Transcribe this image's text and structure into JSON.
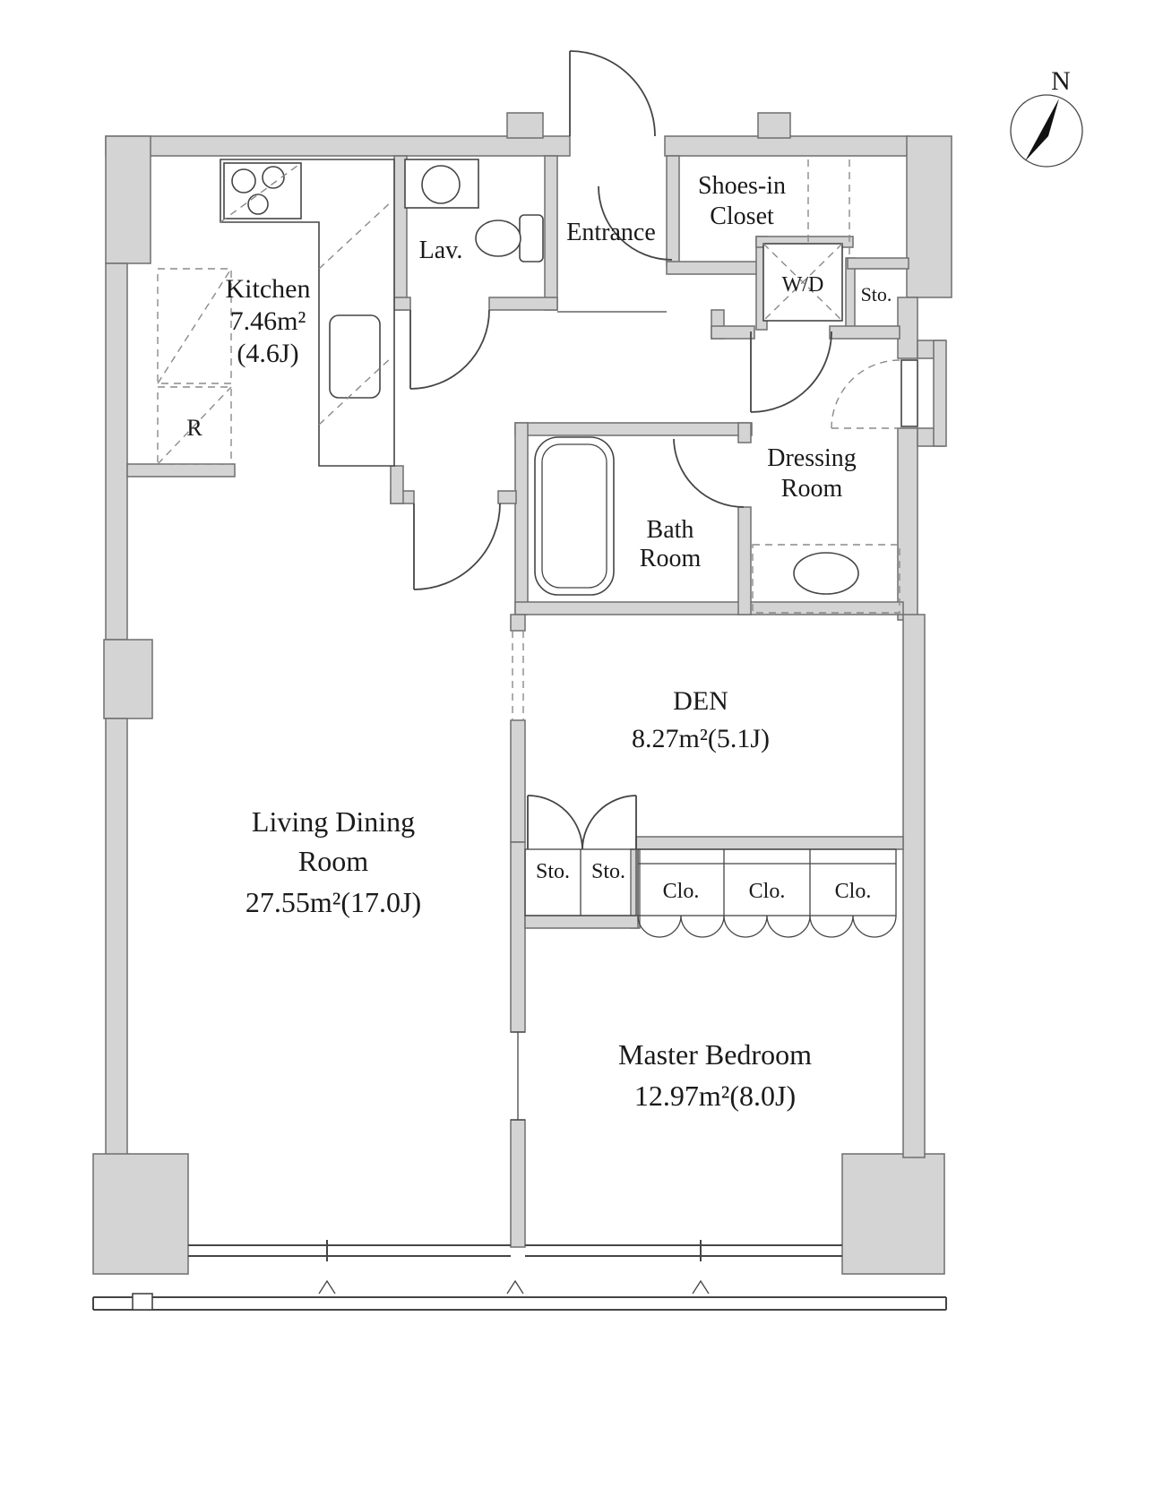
{
  "compass": {
    "label": "N"
  },
  "rooms": {
    "kitchen": {
      "name": "Kitchen",
      "area": "7.46m²",
      "tatami": "(4.6J)"
    },
    "lavatory": {
      "name": "Lav."
    },
    "entrance": {
      "name": "Entrance"
    },
    "shoes_in_closet": {
      "line1": "Shoes-in",
      "line2": "Closet"
    },
    "washer_dryer": {
      "name": "W/D"
    },
    "storage_hall": {
      "name": "Sto."
    },
    "refrigerator_space": {
      "name": "R"
    },
    "dressing_room": {
      "line1": "Dressing",
      "line2": "Room"
    },
    "bath_room": {
      "line1": "Bath",
      "line2": "Room"
    },
    "den": {
      "name": "DEN",
      "area": "8.27m²(5.1J)"
    },
    "living_dining_room": {
      "line1": "Living Dining",
      "line2": "Room",
      "area": "27.55m²(17.0J)"
    },
    "storage_den_left": {
      "name": "Sto."
    },
    "storage_den_right": {
      "name": "Sto."
    },
    "closets": [
      "Clo.",
      "Clo.",
      "Clo."
    ],
    "master_bedroom": {
      "name": "Master Bedroom",
      "area": "12.97m²(8.0J)"
    }
  },
  "colors": {
    "wall_fill": "#d4d4d4",
    "wall_stroke": "#6e6e6e",
    "line": "#454545",
    "text": "#1a1a1a",
    "background": "#ffffff"
  }
}
